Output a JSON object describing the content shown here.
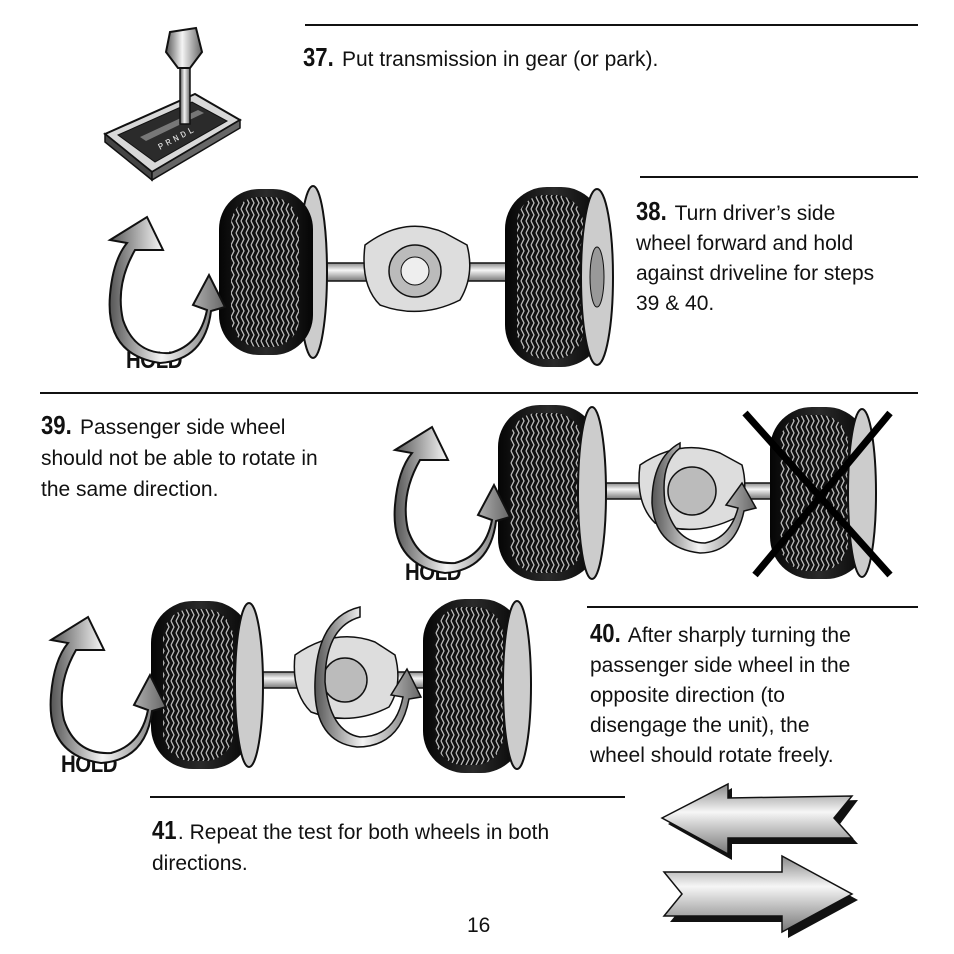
{
  "steps": [
    {
      "number": "37.",
      "text": "Put transmission in gear (or park)."
    },
    {
      "number": "38.",
      "text_lines": [
        "Turn driver’s side",
        "wheel forward and hold",
        "against driveline for steps",
        "39 & 40."
      ]
    },
    {
      "number": "39.",
      "text_lines": [
        "Passenger side wheel",
        "should not be able to rotate in",
        "the same direction."
      ]
    },
    {
      "number": "40.",
      "text_lines": [
        "After sharply turning the",
        "passenger side wheel in the",
        "opposite direction (to",
        "disengage the unit), the",
        "wheel should rotate freely."
      ]
    },
    {
      "number": "41",
      "text_lines": [
        "Repeat the test for both wheels in both",
        "directions."
      ]
    }
  ],
  "hold_label": "HOLD",
  "shifter_letters": "PRNDL",
  "page_number": "16"
}
